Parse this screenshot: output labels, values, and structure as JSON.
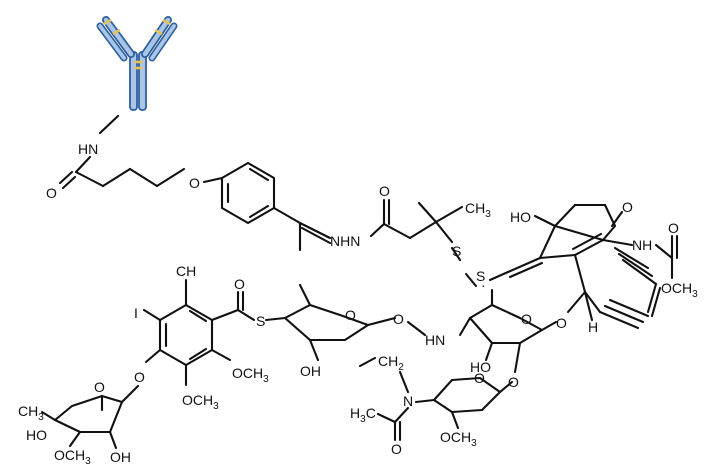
{
  "antibody": {
    "icon": "antibody-icon",
    "color_heavy": "#2f5f9e",
    "color_fill": "#a9c6e8",
    "color_disulfide": "#e6c35a"
  },
  "labels": {
    "hn": "HN",
    "o_phenoxy": "O",
    "o_amide": "O",
    "nhn": "NHN",
    "o_hydrazide": "O",
    "ch3_a": "CH",
    "ch3_a_sub": "3",
    "s1": "S",
    "s2": "S",
    "ho_core": "HO",
    "o_ketone": "O",
    "nh_carb": "NH",
    "o_carb": "O",
    "och3_carb": "OCH",
    "och3_carb_sub": "3",
    "h_core": "H",
    "o_glyc": "O",
    "o_chain": "O",
    "o_chain2": "O",
    "hn_sugar": "HN",
    "o_ring1": "O",
    "o_ring2": "O",
    "ho_sugar2": "HO",
    "oh_sugar1": "OH",
    "s_thio": "S",
    "o_thio": "O",
    "i_atom": "I",
    "ch3_ar": "CH",
    "och3_ar1": "OCH",
    "och3_ar1_sub": "3",
    "och3_ar2": "OCH",
    "och3_ar2_sub": "3",
    "o_ar_glyc": "O",
    "o_rham_ring": "O",
    "ch3_rham": "CH",
    "ch3_rham_sub": "3",
    "ho_rham": "HO",
    "och3_rham": "OCH",
    "och3_rham_sub": "3",
    "oh_rham": "OH",
    "ch2_ethyl": "CH",
    "ch2_ethyl_sub": "2",
    "n_ethyl": "N",
    "o_ring3": "O",
    "ch3_acet": "H",
    "ch3_acet_c": "C",
    "ch3_acet_sub": "3",
    "o_acet": "O",
    "och3_ring3": "OCH",
    "och3_ring3_sub": "3"
  }
}
